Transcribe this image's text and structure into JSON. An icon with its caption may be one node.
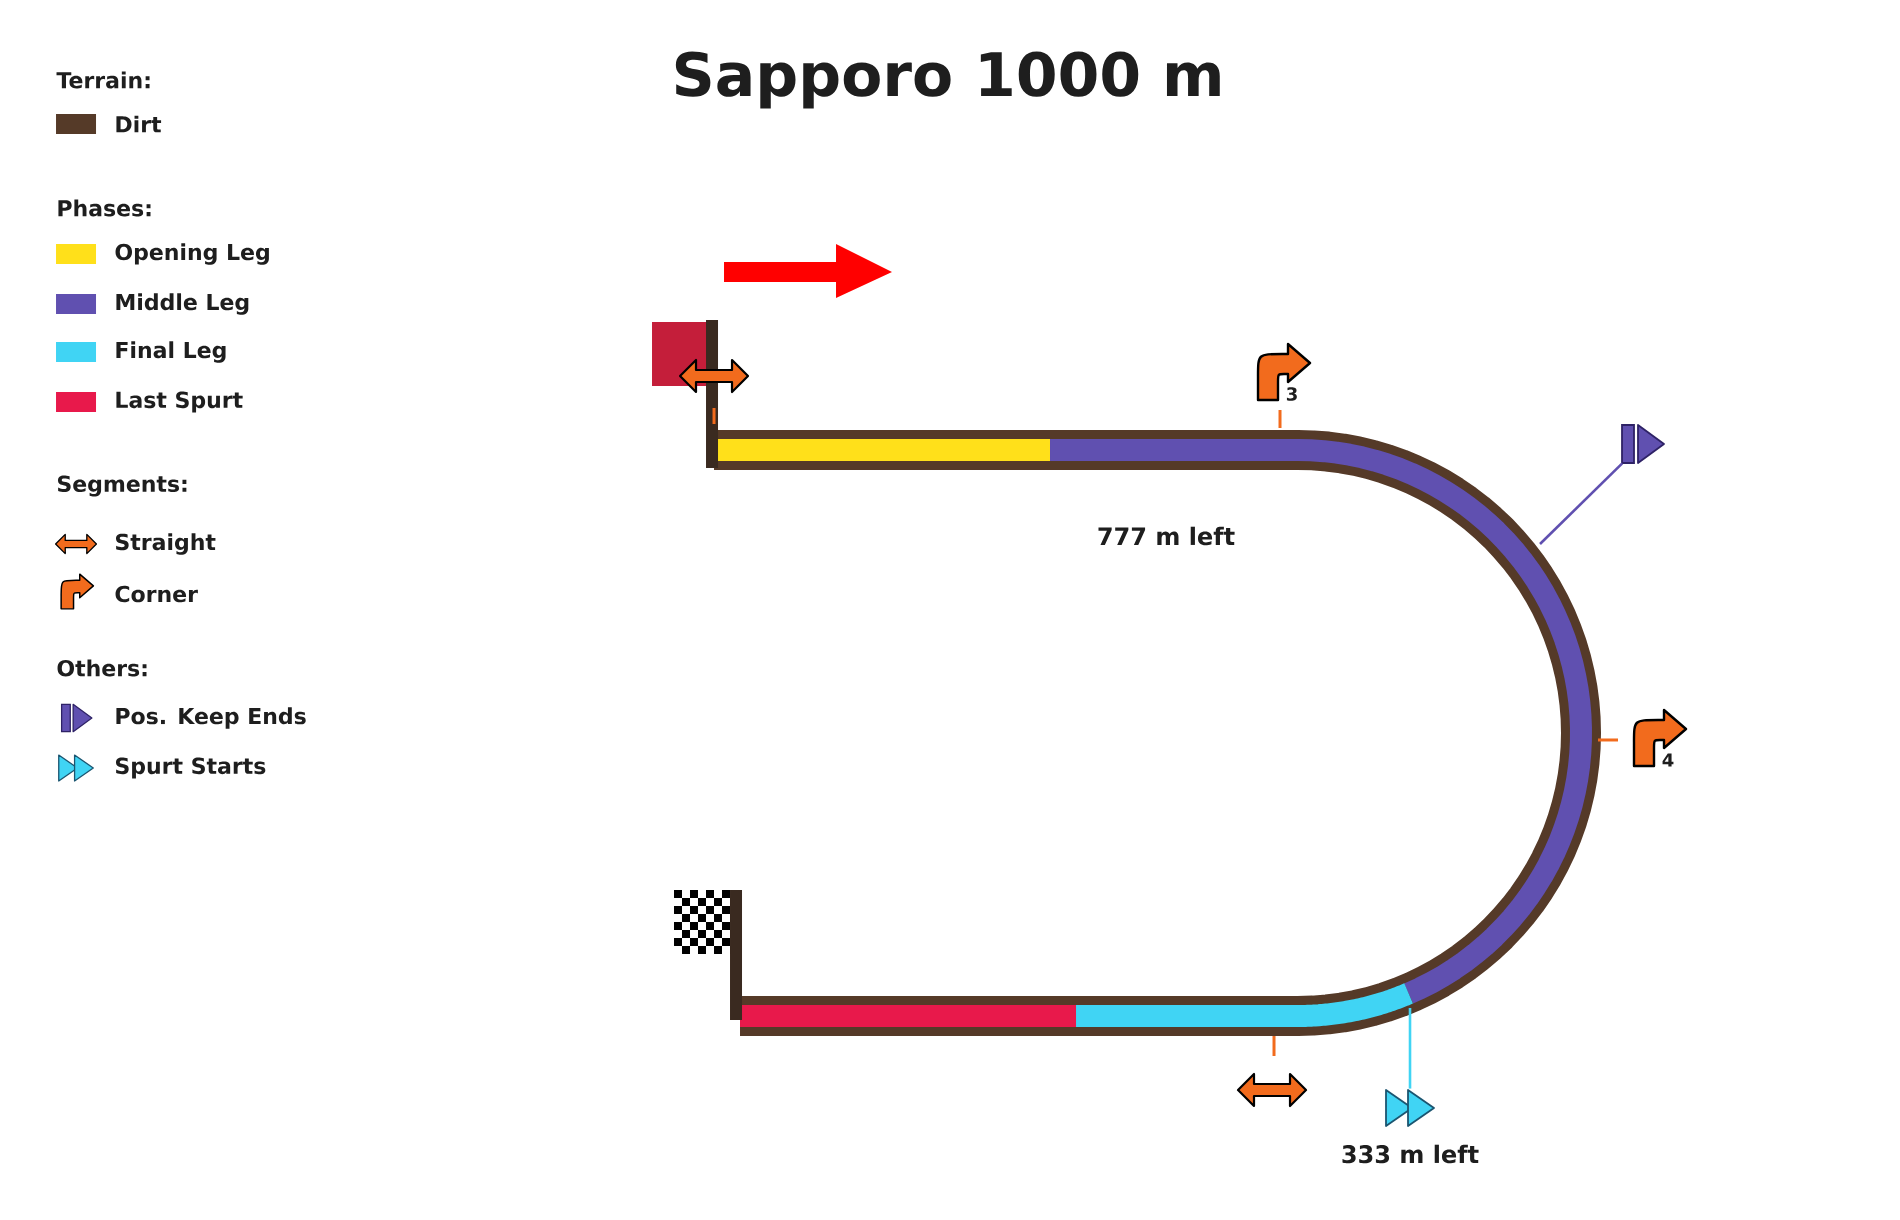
{
  "diagram": {
    "title": "Sapporo 1000 m",
    "nodes": [
      {
        "text": [
          "3"
        ]
      },
      {
        "text": [],
        "shape": "picture"
      },
      {
        "text": [
          "4"
        ]
      },
      {
        "text": [],
        "shape": "picture",
        "beside": [
          "333 m left"
        ]
      }
    ],
    "edges": [
      {
        "from": 1,
        "to": null,
        "arrow": "none",
        "color": "#6050b0"
      },
      {
        "from": 3,
        "to": null,
        "arrow": "none",
        "color": "#40d4f4"
      }
    ],
    "labels": [
      "Terrain:",
      "Phases:",
      "Segments:",
      "Others:",
      "777 m left"
    ],
    "legend": [
      {
        "text": "Dirt",
        "color": "#553a28"
      },
      {
        "text": "Opening Leg",
        "color": "#ffe01a"
      },
      {
        "text": "Middle Leg",
        "color": "#6050b0"
      },
      {
        "text": "Final Leg",
        "color": "#40d4f4"
      },
      {
        "text": "Last Spurt",
        "color": "#e8194b"
      },
      {
        "text": "Straight"
      },
      {
        "text": "Corner"
      },
      {
        "text": "Pos. Keep Ends"
      },
      {
        "text": "Spurt Starts"
      }
    ]
  }
}
